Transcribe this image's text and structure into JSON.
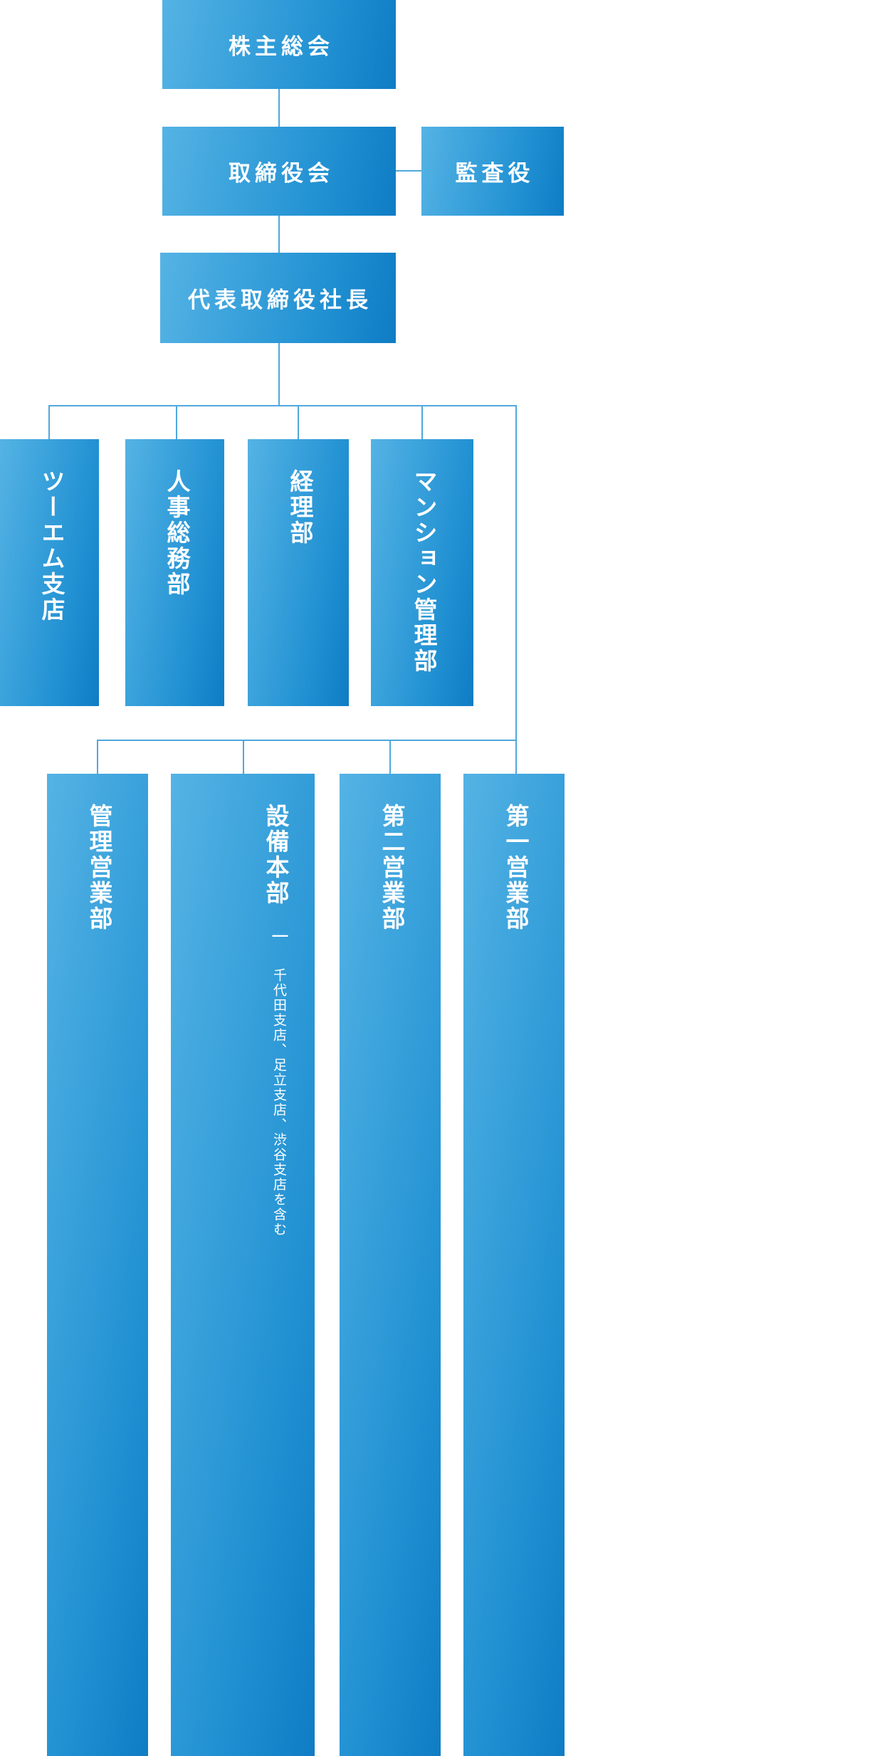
{
  "chart_data": {
    "type": "diagram",
    "title": "組織図",
    "orientation": "top-down",
    "box_gradient": [
      "#55b3e4",
      "#0f7cc4"
    ],
    "connector_color": "#4fa8dc",
    "text_color": "#ffffff",
    "background": "#ffffff",
    "levels": [
      {
        "level": 1,
        "nodes": [
          "株主総会"
        ]
      },
      {
        "level": 2,
        "nodes": [
          "取締役会",
          "監査役"
        ]
      },
      {
        "level": 3,
        "nodes": [
          "代表取締役社長"
        ]
      },
      {
        "level": 4,
        "nodes": [
          "ツーエム支店",
          "人事総務部",
          "経理部",
          "マンション管理部"
        ]
      },
      {
        "level": 5,
        "nodes": [
          "管理営業部",
          "設備本部",
          "第二営業部",
          "第一営業部"
        ]
      }
    ],
    "edges": [
      {
        "from": "株主総会",
        "to": "取締役会"
      },
      {
        "from": "取締役会",
        "to": "監査役"
      },
      {
        "from": "取締役会",
        "to": "代表取締役社長"
      },
      {
        "from": "代表取締役社長",
        "to": "ツーエム支店"
      },
      {
        "from": "代表取締役社長",
        "to": "人事総務部"
      },
      {
        "from": "代表取締役社長",
        "to": "経理部"
      },
      {
        "from": "代表取締役社長",
        "to": "マンション管理部"
      },
      {
        "from": "代表取締役社長",
        "to": "管理営業部"
      },
      {
        "from": "代表取締役社長",
        "to": "設備本部"
      },
      {
        "from": "代表取締役社長",
        "to": "第二営業部"
      },
      {
        "from": "代表取締役社長",
        "to": "第一営業部"
      }
    ]
  },
  "nodes": {
    "shareholders_meeting": {
      "label": "株主総会"
    },
    "board_of_directors": {
      "label": "取締役会"
    },
    "auditor": {
      "label": "監査役"
    },
    "president": {
      "label": "代表取締役社長"
    },
    "two_m_branch": {
      "label": "ツーエム支店"
    },
    "hr_general_affairs": {
      "label": "人事総務部"
    },
    "accounting": {
      "label": "経理部"
    },
    "condo_management": {
      "label": "マンション管理部"
    },
    "management_sales": {
      "label": "管理営業部"
    },
    "facilities_hq": {
      "label": "設備本部",
      "divider": "―",
      "note": "千代田支店、足立支店、渋谷支店を含む"
    },
    "sales_div_2": {
      "label": "第二営業部"
    },
    "sales_div_1": {
      "label": "第一営業部"
    }
  }
}
